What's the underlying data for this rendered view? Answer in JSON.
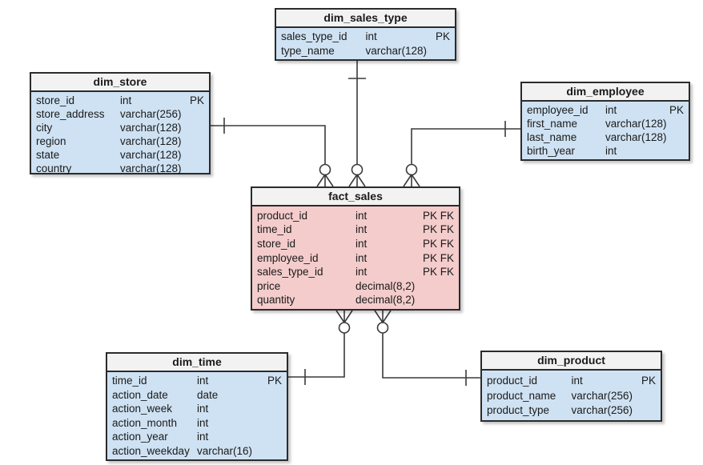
{
  "colors": {
    "background": "#ffffff",
    "dim_body": "#cfe2f3",
    "fact_body": "#f4cccc",
    "header": "#f2f2f2",
    "border": "#2b2b2b",
    "line": "#3a3a3a",
    "text": "#1a1a1a"
  },
  "tables": {
    "dim_sales_type": {
      "title": "dim_sales_type",
      "kind": "dimension",
      "columns": [
        {
          "name": "sales_type_id",
          "type": "int",
          "key": "PK"
        },
        {
          "name": "type_name",
          "type": "varchar(128)",
          "key": ""
        }
      ]
    },
    "dim_store": {
      "title": "dim_store",
      "kind": "dimension",
      "columns": [
        {
          "name": "store_id",
          "type": "int",
          "key": "PK"
        },
        {
          "name": "store_address",
          "type": "varchar(256)",
          "key": ""
        },
        {
          "name": "city",
          "type": "varchar(128)",
          "key": ""
        },
        {
          "name": "region",
          "type": "varchar(128)",
          "key": ""
        },
        {
          "name": "state",
          "type": "varchar(128)",
          "key": ""
        },
        {
          "name": "country",
          "type": "varchar(128)",
          "key": ""
        }
      ]
    },
    "dim_employee": {
      "title": "dim_employee",
      "kind": "dimension",
      "columns": [
        {
          "name": "employee_id",
          "type": "int",
          "key": "PK"
        },
        {
          "name": "first_name",
          "type": "varchar(128)",
          "key": ""
        },
        {
          "name": "last_name",
          "type": "varchar(128)",
          "key": ""
        },
        {
          "name": "birth_year",
          "type": "int",
          "key": ""
        }
      ]
    },
    "fact_sales": {
      "title": "fact_sales",
      "kind": "fact",
      "columns": [
        {
          "name": "product_id",
          "type": "int",
          "key": "PK FK"
        },
        {
          "name": "time_id",
          "type": "int",
          "key": "PK FK"
        },
        {
          "name": "store_id",
          "type": "int",
          "key": "PK FK"
        },
        {
          "name": "employee_id",
          "type": "int",
          "key": "PK FK"
        },
        {
          "name": "sales_type_id",
          "type": "int",
          "key": "PK FK"
        },
        {
          "name": "price",
          "type": "decimal(8,2)",
          "key": ""
        },
        {
          "name": "quantity",
          "type": "decimal(8,2)",
          "key": ""
        }
      ]
    },
    "dim_time": {
      "title": "dim_time",
      "kind": "dimension",
      "columns": [
        {
          "name": "time_id",
          "type": "int",
          "key": "PK"
        },
        {
          "name": "action_date",
          "type": "date",
          "key": ""
        },
        {
          "name": "action_week",
          "type": "int",
          "key": ""
        },
        {
          "name": "action_month",
          "type": "int",
          "key": ""
        },
        {
          "name": "action_year",
          "type": "int",
          "key": ""
        },
        {
          "name": "action_weekday",
          "type": "varchar(16)",
          "key": ""
        }
      ]
    },
    "dim_product": {
      "title": "dim_product",
      "kind": "dimension",
      "columns": [
        {
          "name": "product_id",
          "type": "int",
          "key": "PK"
        },
        {
          "name": "product_name",
          "type": "varchar(256)",
          "key": ""
        },
        {
          "name": "product_type",
          "type": "varchar(256)",
          "key": ""
        }
      ]
    }
  },
  "relationships": [
    {
      "from": "dim_sales_type",
      "to": "fact_sales",
      "from_cardinality": "one",
      "to_cardinality": "zero-or-many"
    },
    {
      "from": "dim_store",
      "to": "fact_sales",
      "from_cardinality": "one",
      "to_cardinality": "zero-or-many"
    },
    {
      "from": "dim_employee",
      "to": "fact_sales",
      "from_cardinality": "one",
      "to_cardinality": "zero-or-many"
    },
    {
      "from": "dim_time",
      "to": "fact_sales",
      "from_cardinality": "one",
      "to_cardinality": "zero-or-many"
    },
    {
      "from": "dim_product",
      "to": "fact_sales",
      "from_cardinality": "one",
      "to_cardinality": "zero-or-many"
    }
  ]
}
